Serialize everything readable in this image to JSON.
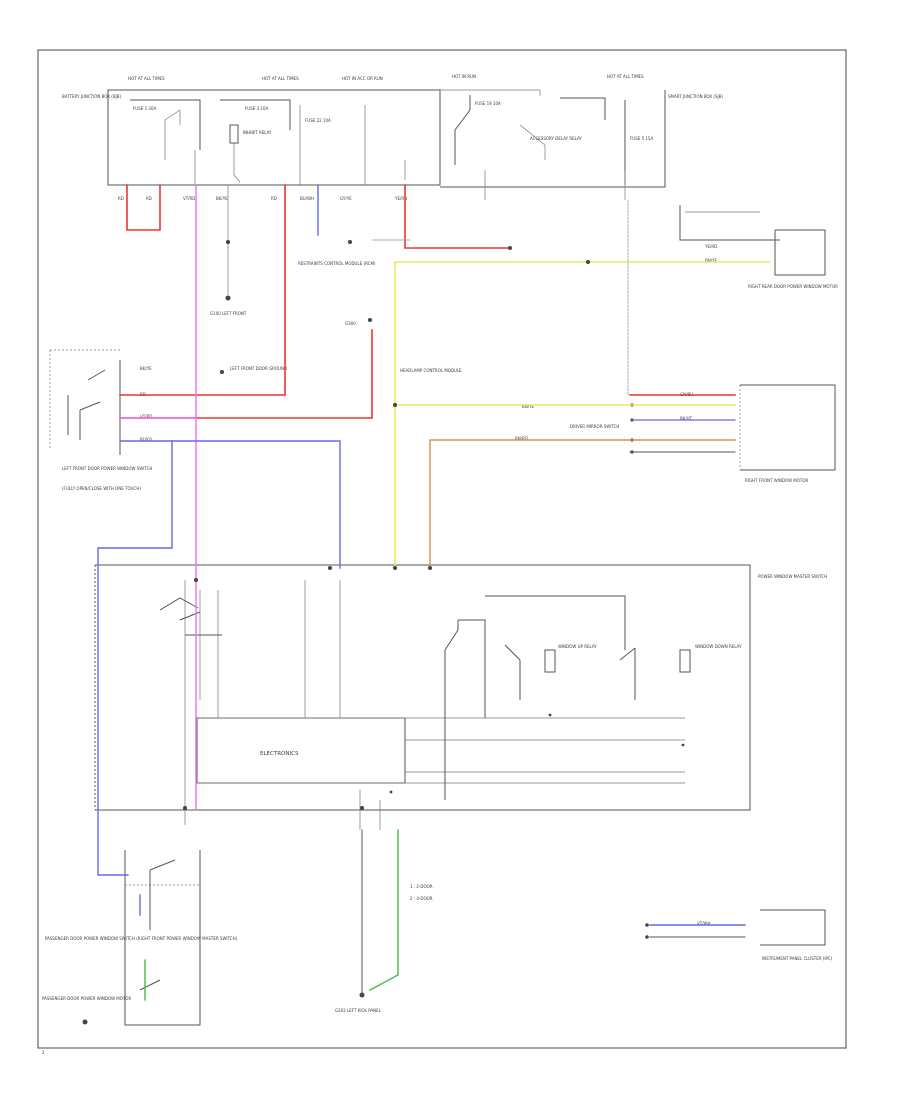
{
  "diagram": {
    "title": "",
    "footer_code": "2",
    "module_label": "ELECTRONICS",
    "legend": {
      "lines": [
        "1 : 2-DOOR",
        "2 : 4-DOOR"
      ]
    },
    "colors": {
      "red": "#ee3333",
      "pink": "#f070f0",
      "blue": "#6666ee",
      "yellow": "#e8e860",
      "orange": "#d89050",
      "green": "#44bb44",
      "black": "#555555",
      "gray": "#999999"
    },
    "labels": {
      "fuse_hot_1": "HOT AT ALL TIMES",
      "fuse_hot_2": "HOT AT ALL TIMES",
      "fuse_hot_3": "HOT IN ACC OR RUN",
      "fuse_hot_4": "HOT IN RUN",
      "fuse_hot_5": "HOT AT ALL TIMES",
      "bjb": "BATTERY JUNCTION BOX (BJB)",
      "smart_jb": "SMART JUNCTION BOX (SJB)",
      "fuse_a": "FUSE 1 30A",
      "fuse_b": "FUSE 3 10A",
      "fuse_c": "FUSE 22 10A",
      "fuse_d": "FUSE 19 10A",
      "fuse_e": "FUSE 5 15A",
      "relay_inh": "INHIBIT RELAY",
      "relay_acc": "ACCESSORY DELAY RELAY",
      "g_left": "G100 LEFT FRONT",
      "g_right": "G300",
      "front_door": "LEFT FRONT DOOR POWER WINDOW SWITCH",
      "front_note": "(FULLY OPEN/CLOSE WITH ONE TOUCH)",
      "rcm": "RESTRAINTS CONTROL MODULE (RCM)",
      "hcm": "HEADLAMP CONTROL MODULE",
      "rear_module": "RIGHT REAR DOOR POWER WINDOW MOTOR",
      "front_module": "RIGHT FRONT WINDOW MOTOR",
      "passenger_switch": "PASSENGER DOOR POWER WINDOW SWITCH (RIGHT FRONT POWER WINDOW MASTER SWITCH)",
      "master_switch": "POWER WINDOW MASTER SWITCH",
      "motor_up": "WINDOW UP RELAY",
      "motor_down": "WINDOW DOWN RELAY",
      "mirror": "DRIVER MIRROR SWITCH",
      "instrument": "INSTRUMENT PANEL CLUSTER (IPC)",
      "ground_bottom": "G202 LEFT KICK PANEL",
      "left_ground": "LEFT FRONT DOOR GROUND",
      "bottom_module": "PASSENGER DOOR POWER WINDOW MOTOR"
    },
    "wire_codes": {
      "w1": "BK/YE",
      "w2": "RD",
      "w3": "VT/RD",
      "w4": "BU/WH",
      "w5": "GY/YE",
      "w6": "YE/RD",
      "w7": "BN/YE",
      "w8": "BU/GY",
      "w9": "BN/RD",
      "w10": "GN/BU",
      "w11": "BK/VT",
      "w12": "VT/WH"
    }
  }
}
